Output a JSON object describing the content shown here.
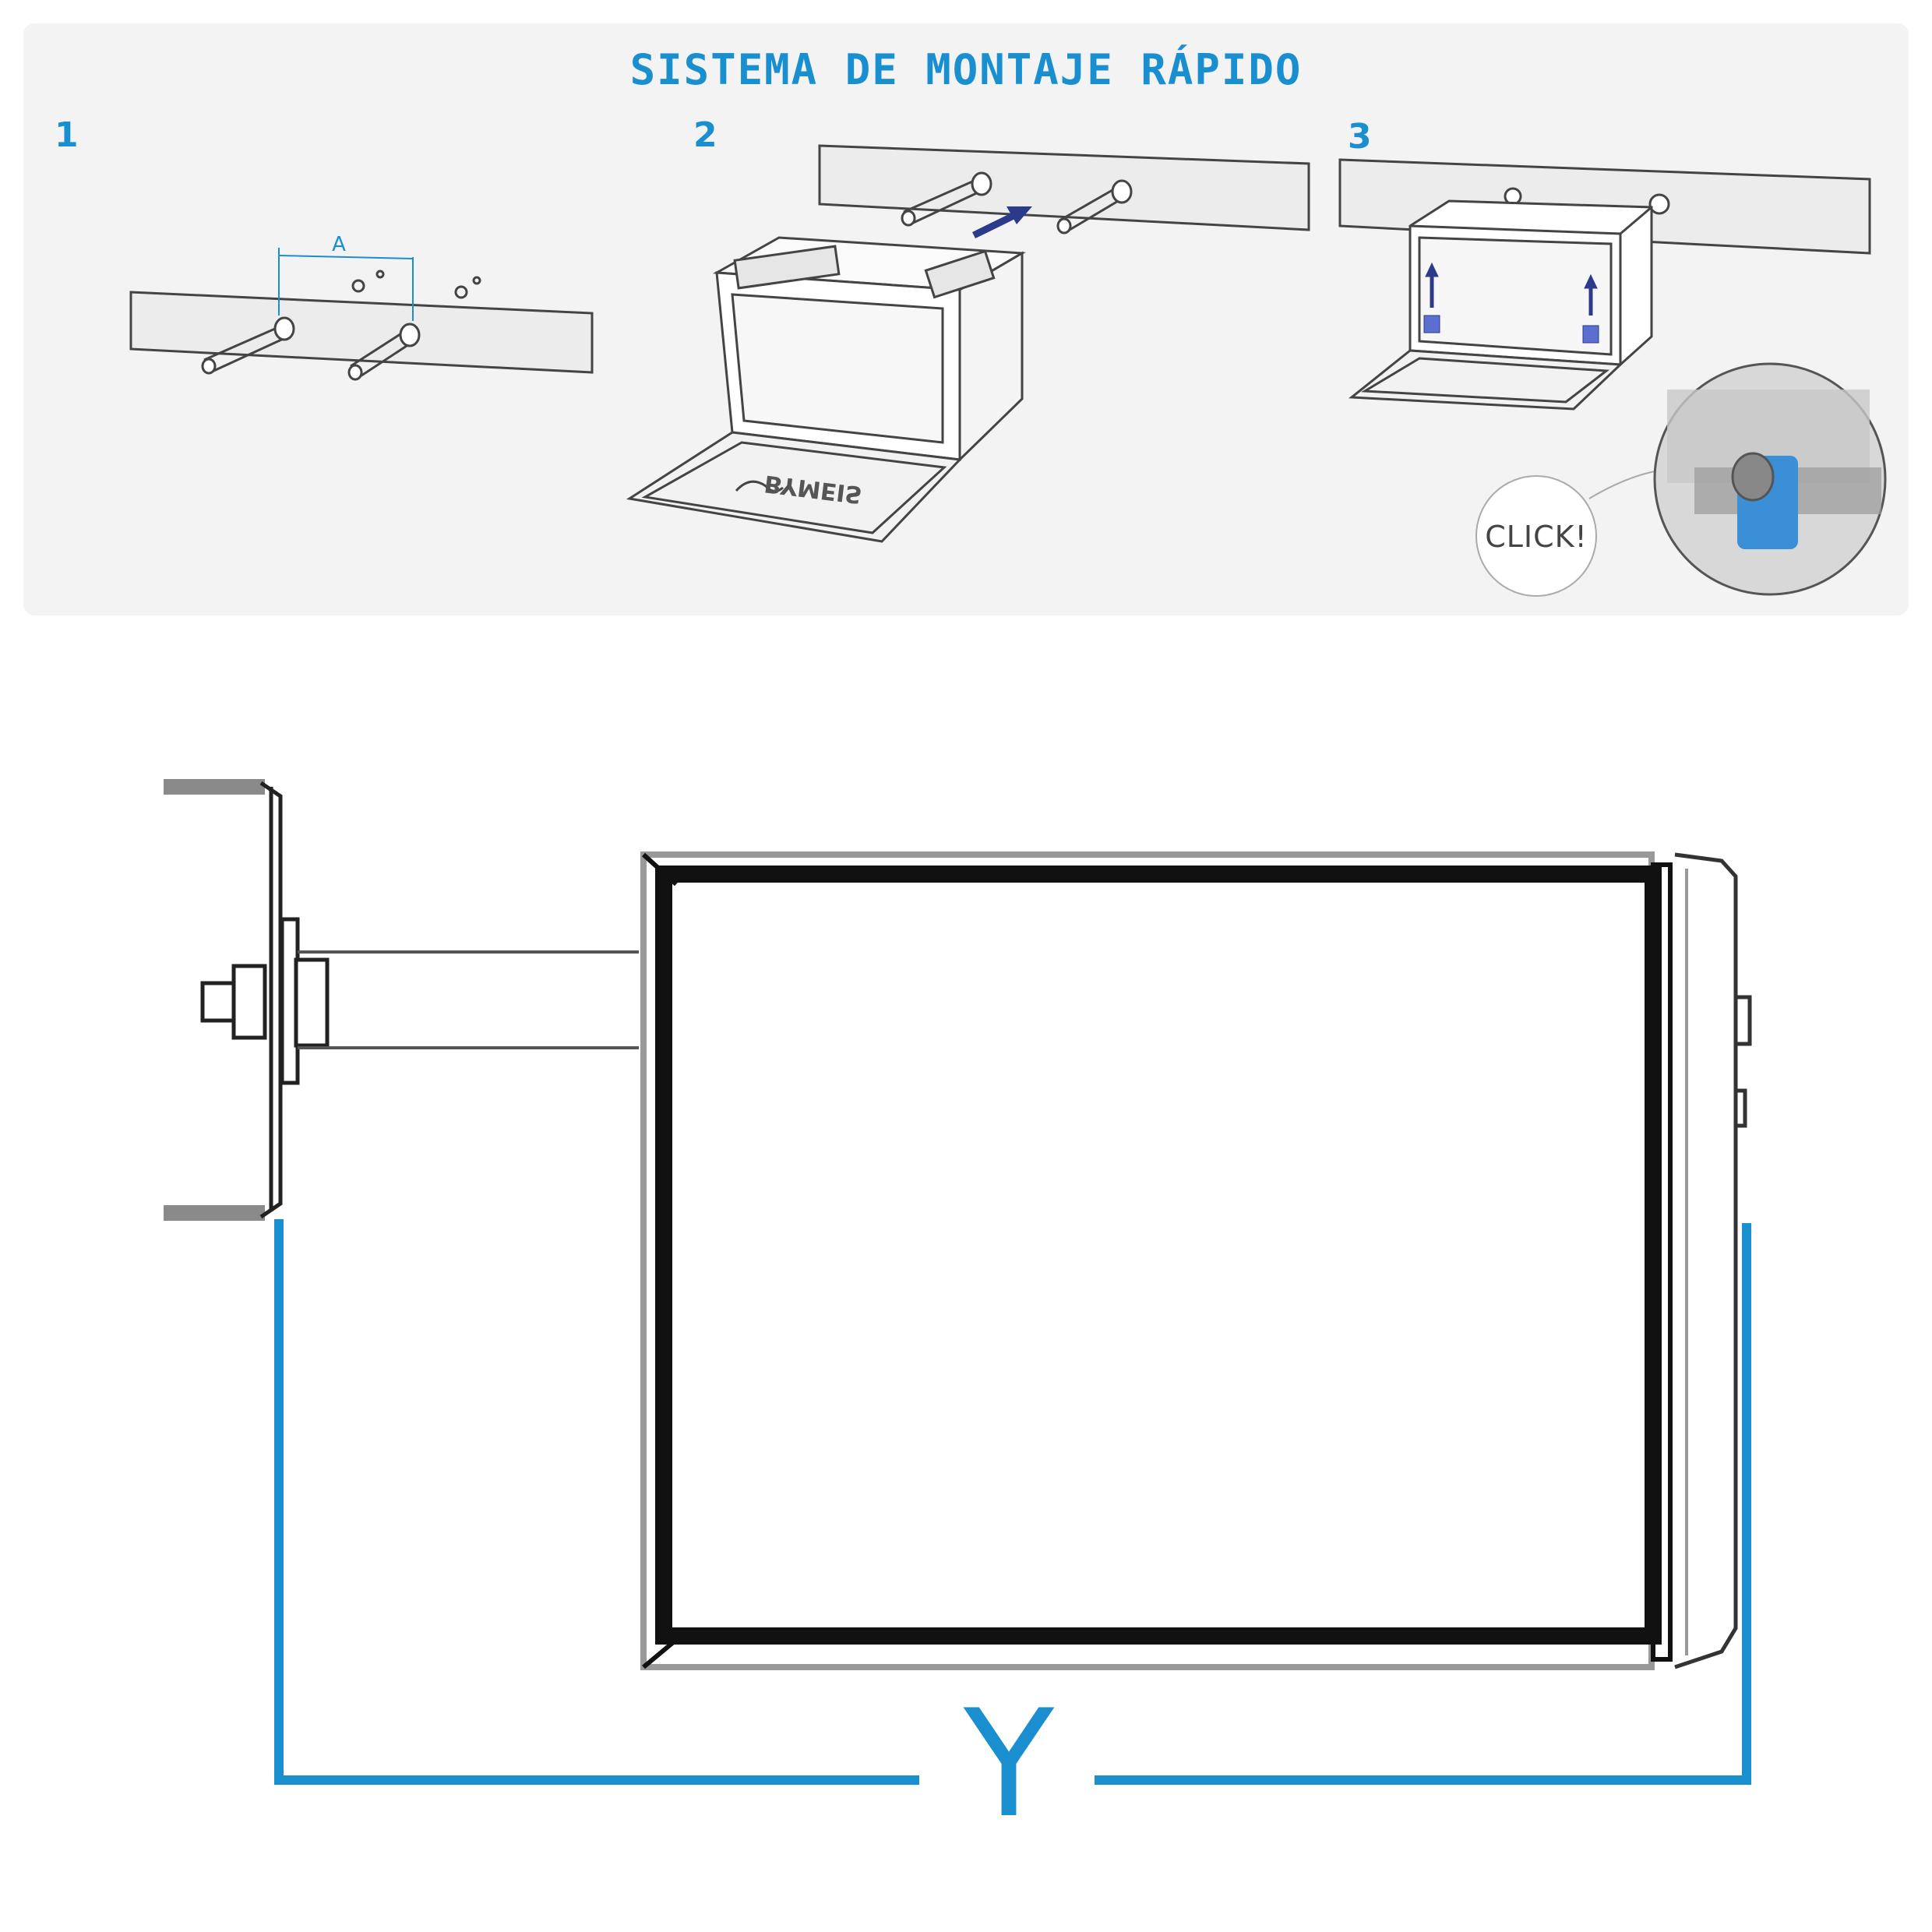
{
  "title": "SISTEMA DE MONTAJE RÁPIDO",
  "steps": [
    {
      "number": "1"
    },
    {
      "number": "2"
    },
    {
      "number": "3"
    }
  ],
  "dimension_a_label": "A",
  "brand_on_door": "BYMEIS",
  "click_label": "CLICK!",
  "dimension_y_label": "Y",
  "colors": {
    "accent": "#1a8fcf",
    "arrow": "#2c3a8c",
    "clip": "#3a8fd6",
    "panel": "#f3f3f3",
    "line": "#333333"
  }
}
